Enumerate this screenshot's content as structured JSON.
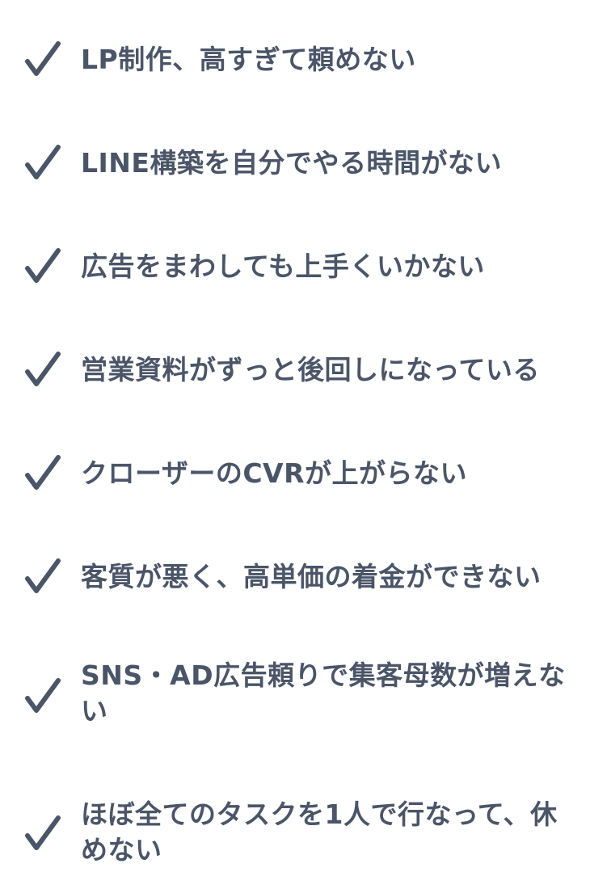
{
  "accent_color": "#4b5568",
  "check_icon": "checkmark-icon",
  "items": [
    {
      "text": "LP制作、高すぎて頼めない"
    },
    {
      "text": "LINE構築を自分でやる時間がない"
    },
    {
      "text": "広告をまわしても上手くいかない"
    },
    {
      "text": "営業資料がずっと後回しになっている"
    },
    {
      "text": "クローザーのCVRが上がらない"
    },
    {
      "text": "客質が悪く、高単価の着金ができない"
    },
    {
      "text": "SNS・AD広告頼りで集客母数が増えない"
    },
    {
      "text": "ほぼ全てのタスクを1人で行なって、休めない"
    }
  ]
}
